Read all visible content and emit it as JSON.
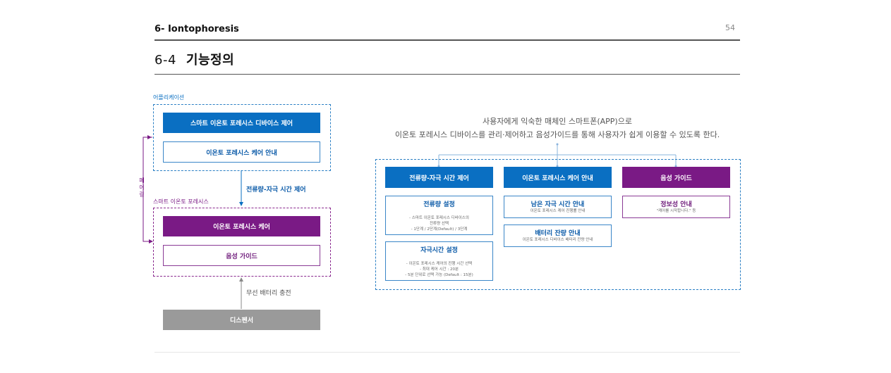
{
  "header": {
    "title": "6- Iontophoresis",
    "page_number": "54"
  },
  "section": {
    "number": "6-4",
    "title": "기능정의"
  },
  "left_diagram": {
    "app_group_label": "어플리케이션",
    "app_btn_control": "스마트 이온토 포레시스 디바이스 제어",
    "app_btn_guide": "이온토 포레시스 케어 안내",
    "middle_label": "전류량-자극 시간 제어",
    "pairing_label": "페어링",
    "device_group_label": "스마트 이온토 포레시스",
    "device_btn_care": "이온토 포레시스 케어",
    "device_btn_voice": "음성 가이드",
    "wireless_label": "무선 배터리 충전",
    "dispenser": "디스펜서"
  },
  "intro": {
    "line1": "사용자에게 익숙한 매체인 스마트폰(APP)으로",
    "line2": "이온토 포레시스 디바이스를 관리·제어하고 음성가이드를 통해 사용자가 쉽게 이용할 수 있도록 한다."
  },
  "columns": [
    {
      "header": "전류량-자극 시간 제어",
      "color": "#0a6fc2",
      "cards": [
        {
          "title": "전류량 설정",
          "desc": [
            "- 스마트 이온토 포레시스 디바이스의",
            "전류량 선택",
            "- 1단계 / 2단계(Default) / 3단계"
          ]
        },
        {
          "title": "자극시간 설정",
          "desc": [
            "- 이온토 포레시스 케어의 진행 시간 선택",
            "- 최대 케어 시간 : 20분",
            "- 5분 단위로 선택 가능 (Default : 15분)"
          ]
        }
      ]
    },
    {
      "header": "이온토 포레시스 케어 안내",
      "color": "#0a6fc2",
      "cards": [
        {
          "title": "남은 자극 시간 안내",
          "desc": [
            "이온토 포레시스 케어 진행률 안내"
          ]
        },
        {
          "title": "배터리 잔량 안내",
          "desc": [
            "이온토 포레시스 디바이스 배터리 잔량 안내"
          ]
        }
      ]
    },
    {
      "header": "음성 가이드",
      "color": "#7a1a85",
      "cards": [
        {
          "title": "정보성 안내",
          "desc": [
            "\"케어를 시작합니다.\" 등"
          ]
        }
      ]
    }
  ]
}
